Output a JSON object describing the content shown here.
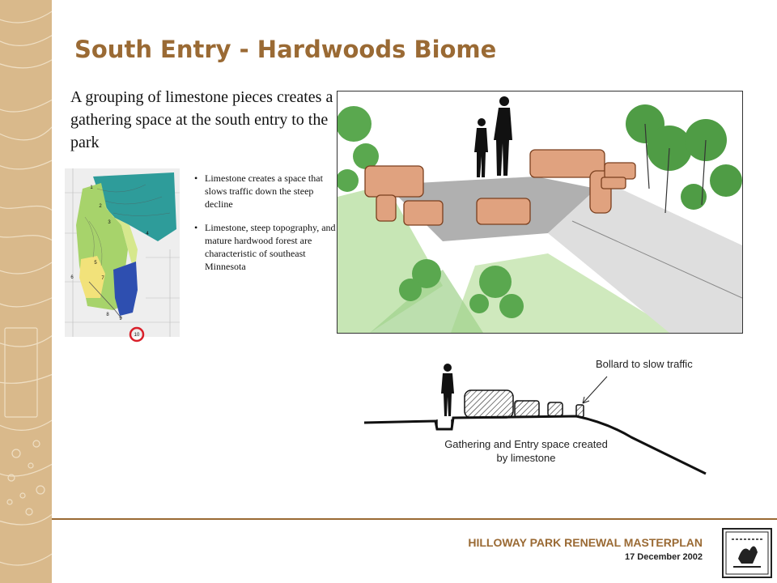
{
  "slide": {
    "title": "South Entry - Hardwoods Biome",
    "intro": "A grouping of limestone pieces creates a gathering space at the south entry to the park",
    "bullets": [
      "Limestone creates a space that slows traffic down the steep decline",
      "Limestone, steep topography, and mature hardwood forest are characteristic of southeast Minnesota"
    ]
  },
  "site_map": {
    "point_labels": [
      "1",
      "2",
      "3",
      "4",
      "5",
      "6",
      "7",
      "8",
      "9",
      "10"
    ],
    "highlighted_point": "10"
  },
  "section_diagram": {
    "callout_bollard": "Bollard to slow traffic",
    "callout_gathering": "Gathering and Entry space created by limestone"
  },
  "footer": {
    "project": "HILLOWAY PARK RENEWAL MASTERPLAN",
    "date": "17 December  2002"
  },
  "colors": {
    "accent": "#9a6a34",
    "sidebar": "#d9b98b",
    "map_teal": "#2e9c9a",
    "map_blue": "#2e4fb0",
    "map_green": "#a7d36b",
    "map_yellow": "#f2e27a",
    "highlight_ring": "#d9202a"
  },
  "icons": {
    "logo": "kestrel-design-group-logo"
  }
}
